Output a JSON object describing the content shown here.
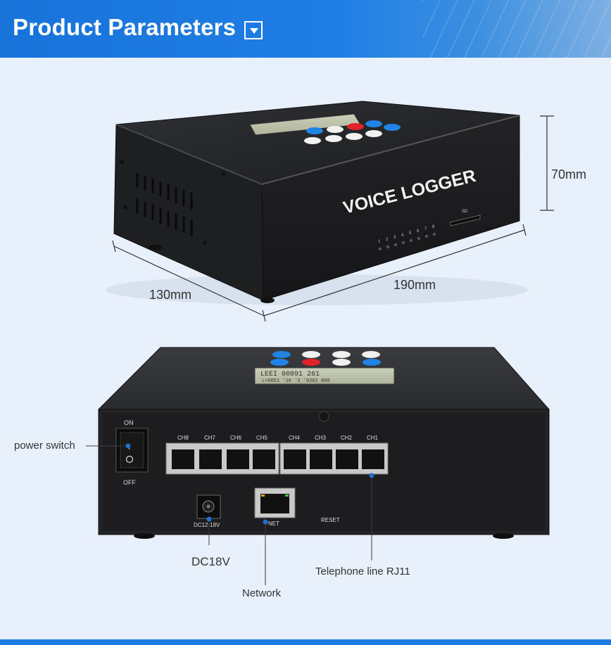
{
  "header": {
    "title": "Product Parameters"
  },
  "top_view": {
    "device_label": "VOICE LOGGER",
    "sd_label": "SD",
    "led_numbers": [
      "1",
      "2",
      "3",
      "4",
      "5",
      "6",
      "7",
      "8"
    ],
    "dim_height": "70mm",
    "dim_length": "190mm",
    "dim_depth": "130mm"
  },
  "back_view": {
    "lcd_line1": "LEEI 00891 261",
    "lcd_line2": "L=0051 '16 '2 '0202 800",
    "switch_on": "ON",
    "switch_off": "OFF",
    "switch_i": "I",
    "channels": [
      "CH8",
      "CH7",
      "CH6",
      "CH5",
      "CH4",
      "CH3",
      "CH2",
      "CH1"
    ],
    "dc_port_label": "DC12-18V",
    "net_label": "NET",
    "reset_label": "RESET"
  },
  "callouts": {
    "power_switch": "power switch",
    "dc": "DC18V",
    "network": "Network",
    "telephone": "Telephone line RJ11"
  },
  "colors": {
    "header": "#1f7ee6",
    "callout_dot": "#1f6fd1",
    "device": "#2a2a2c"
  }
}
